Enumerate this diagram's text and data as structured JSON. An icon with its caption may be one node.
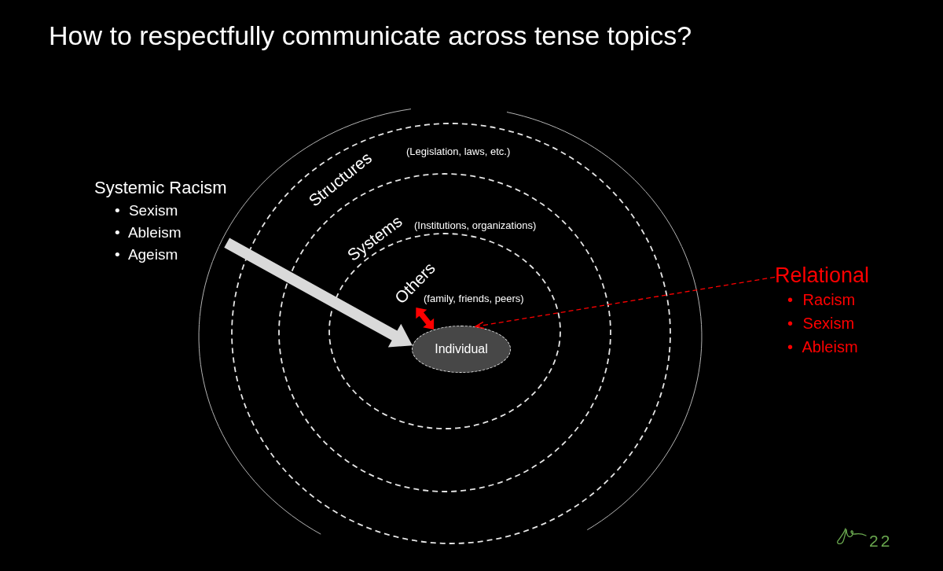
{
  "diagram": {
    "title": "How to respectfully communicate across tense topics?",
    "nodes": [
      {
        "text": [],
        "shape": "circle"
      },
      {
        "text": [
          "Structures",
          "(Legislation, laws, etc.)"
        ],
        "in": 0
      },
      {
        "text": [
          "Systems",
          "(Institutions, organizations)"
        ],
        "in": 1
      },
      {
        "text": [
          "(family, friends, peers)"
        ],
        "in": 2
      },
      {
        "text": [
          "Others"
        ],
        "in": 3
      },
      {
        "text": [
          "Individual"
        ],
        "in": 3
      },
      {
        "text": [
          "Systemic Racism",
          "• Sexism",
          "• Ableism",
          "• Ageism"
        ]
      },
      {
        "text": [
          "Relational",
          "• Racism",
          "• Sexism",
          "• Ableism"
        ]
      }
    ],
    "edges": [
      {
        "from": 6,
        "to": 5,
        "arrow": "to",
        "style": "thick",
        "color": "#d9d9d9"
      },
      {
        "from": 4,
        "to": 5,
        "arrow": "both",
        "style": "thick",
        "color": "#ff0000"
      },
      {
        "from": 7,
        "to": 5,
        "arrow": "to",
        "style": "dashed",
        "color": "#ff0000"
      }
    ],
    "labels": [
      "22"
    ]
  }
}
